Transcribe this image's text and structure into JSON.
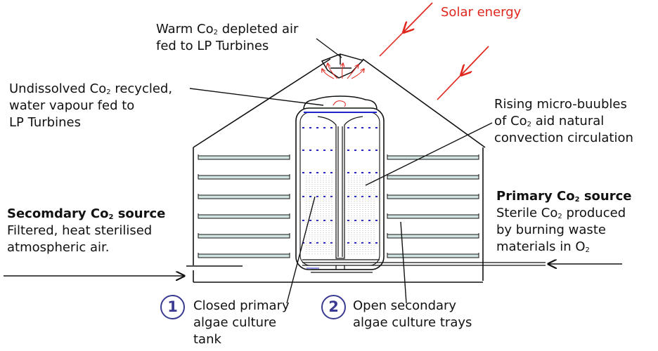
{
  "solar": {
    "label": "Solar energy"
  },
  "warm_air": {
    "line1_pre": "Warm Co",
    "line1_sub": "2",
    "line1_post": " depleted air",
    "line2": "fed to LP Turbines"
  },
  "undissolved": {
    "line1_pre": "Undissolved Co",
    "line1_sub": "2",
    "line1_post": " recycled,",
    "line2": "water vapour fed to",
    "line3": "LP Turbines"
  },
  "rising": {
    "line1": "Rising micro-buubles",
    "line2_pre": "of Co",
    "line2_sub": "2",
    "line2_post": " aid natural",
    "line3": "convection circulation"
  },
  "primary_source": {
    "title_pre": "Primary Co",
    "title_sub": "2",
    "title_post": " source",
    "line1_pre": "Sterile Co",
    "line1_sub": "2",
    "line1_post": " produced",
    "line2": "by burning waste",
    "line3_pre": "materials in O",
    "line3_sub": "2"
  },
  "secondary_source": {
    "title_pre": "Secomdary Co",
    "title_sub": "2",
    "title_post": " source",
    "line1": "Filtered, heat sterilised",
    "line2": "atmospheric air."
  },
  "legend": [
    {
      "number": "1",
      "line1": "Closed primary",
      "line2": "algae culture",
      "line3": "tank"
    },
    {
      "number": "2",
      "line1": "Open secondary",
      "line2": "algae culture trays"
    }
  ],
  "colors": {
    "line": "#111111",
    "solar": "#e0271e",
    "bubbles": "#2323cc",
    "badge": "#3b3a92",
    "tray_fill": "#cfe3e1"
  }
}
